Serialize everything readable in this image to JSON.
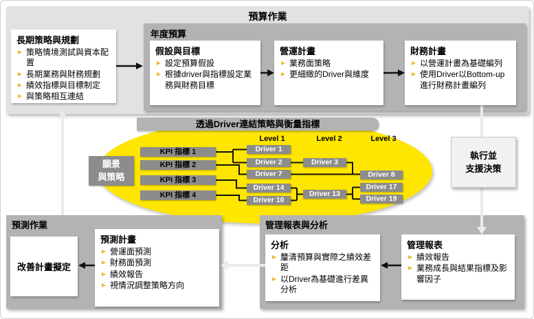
{
  "colors": {
    "panel-light": "#e2e2e2",
    "panel-mid": "#b3b3b3",
    "box-gray": "#8c8c8c",
    "yellow": "#ffe600",
    "bullet": "#eebc2e",
    "ink": "#111111",
    "light-arrow": "#ebebeb"
  },
  "top": {
    "title": "預算作業",
    "long_term": {
      "title": "長期策略與規劃",
      "bullets": [
        "策略情境測試與資本配置",
        "長期業務與財務規劃",
        "績效指標與目標制定",
        "與策略相互連結"
      ]
    },
    "annual": {
      "title": "年度預算",
      "boxes": [
        {
          "title": "假設與目標",
          "bullets": [
            "設定預算假設",
            "根據driver與指標設定業務與財務目標"
          ]
        },
        {
          "title": "營運計畫",
          "bullets": [
            "業務面策略",
            "更細緻的Driver與維度"
          ]
        },
        {
          "title": "財務計畫",
          "bullets": [
            "以營運計畫為基礎編列",
            "使用Driver以Bottom-up 進行財務計畫編列"
          ]
        }
      ]
    }
  },
  "ellipse": {
    "banner": "透過Driver連結策略與衡量指標",
    "vision": [
      "願景",
      "與策略"
    ],
    "kpis": [
      "KPI 指標 1",
      "KPI 指標 2",
      "KPI 指標 3",
      "KPI 指標 4"
    ],
    "levels": [
      "Level 1",
      "Level 2",
      "Level 3"
    ],
    "drivers_l1": [
      "Driver 1",
      "Driver 2",
      "Driver 7",
      "Driver 14",
      "Driver 10"
    ],
    "drivers_l2": [
      "Driver 3",
      "Driver 13"
    ],
    "drivers_l3": [
      "Driver 8",
      "Driver 17",
      "Driver 19"
    ]
  },
  "execute": {
    "lines": [
      "執行並",
      "支援決策"
    ]
  },
  "forecast": {
    "title": "預測作業",
    "improve_box": "改善計畫擬定",
    "plan": {
      "title": "預測計畫",
      "bullets": [
        "營運面預測",
        "財務面預測",
        "績效報告",
        "視情況調整策略方向"
      ]
    }
  },
  "reporting": {
    "title": "管理報表與分析",
    "analysis": {
      "title": "分析",
      "bullets": [
        "釐清預算與實際之績效差距",
        "以Driver為基礎進行差異分析"
      ]
    },
    "reports": {
      "title": "管理報表",
      "bullets": [
        "績效報告",
        "業務成長與結果指標及影響因子"
      ]
    }
  }
}
